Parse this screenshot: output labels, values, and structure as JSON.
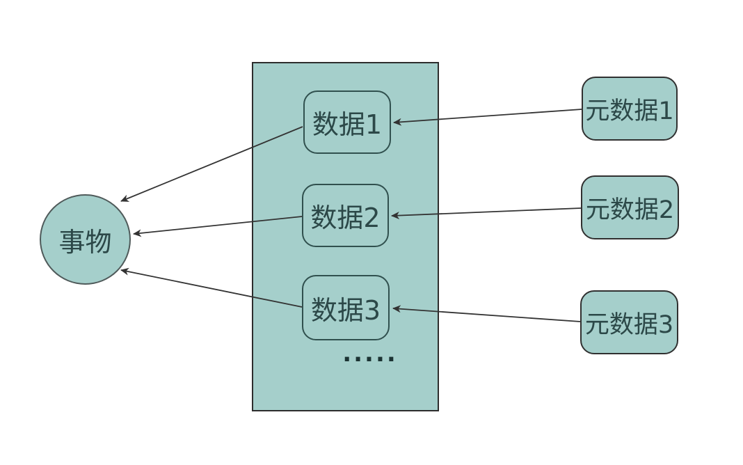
{
  "diagram": {
    "thing_node": {
      "label": "事物"
    },
    "data_container": {
      "boxes": [
        {
          "label": "数据1"
        },
        {
          "label": "数据2"
        },
        {
          "label": "数据3"
        }
      ],
      "ellipsis": "....."
    },
    "metadata_boxes": [
      {
        "label": "元数据1"
      },
      {
        "label": "元数据2"
      },
      {
        "label": "元数据3"
      }
    ],
    "relations": [
      {
        "from": "数据1",
        "to": "事物"
      },
      {
        "from": "数据2",
        "to": "事物"
      },
      {
        "from": "数据3",
        "to": "事物"
      },
      {
        "from": "元数据1",
        "to": "数据1"
      },
      {
        "from": "元数据2",
        "to": "数据2"
      },
      {
        "from": "元数据3",
        "to": "数据3"
      }
    ],
    "colors": {
      "node_fill": "#a5cfcb",
      "outer_border": "#2d2d2d",
      "inner_border": "#30504e",
      "meta_border": "#303030",
      "circle_border": "#4f5a5a",
      "arrow": "#333333",
      "text": "#2c4848",
      "bg": "#ffffff"
    }
  }
}
